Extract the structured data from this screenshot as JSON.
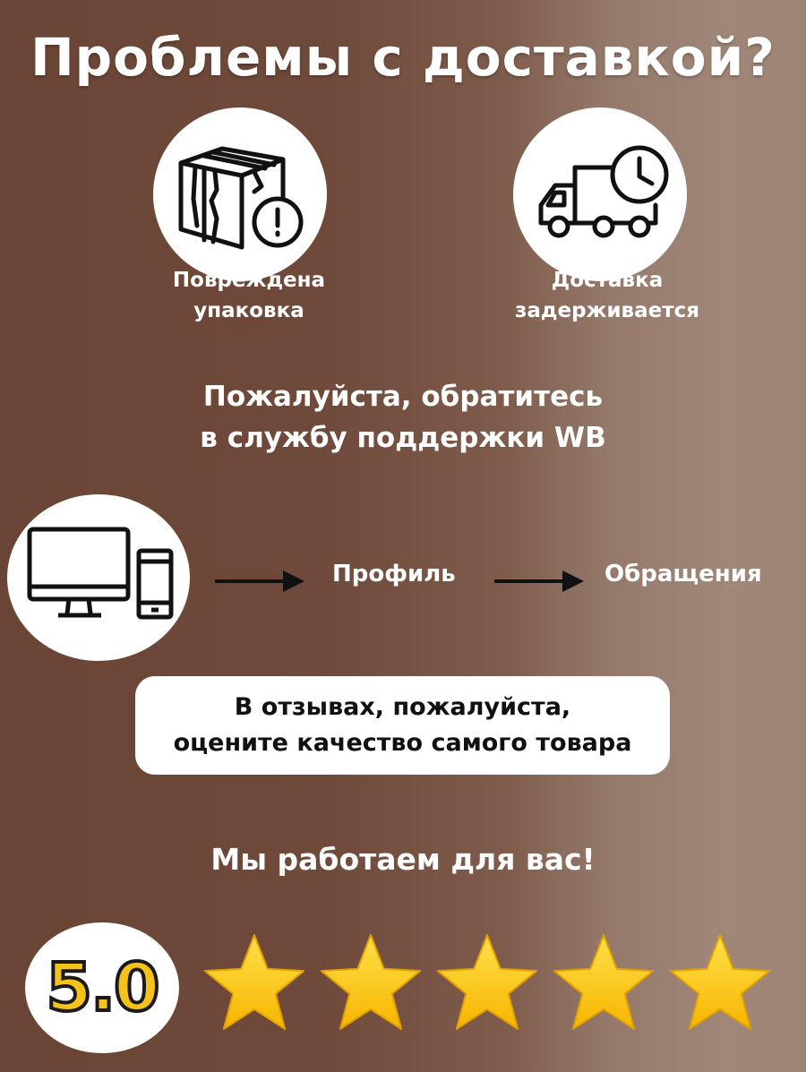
{
  "header": {
    "title": "Проблемы с доставкой?"
  },
  "problems": [
    {
      "icon": "damaged-box-icon",
      "line1": "Повреждена",
      "line2": "упаковка"
    },
    {
      "icon": "delivery-truck-clock-icon",
      "line1": "Доставка",
      "line2": "задерживается"
    }
  ],
  "support": {
    "line1": "Пожалуйста, обратитесь",
    "line2": "в службу поддержки WB"
  },
  "path": {
    "icon": "computer-phone-icon",
    "step1": "Профиль",
    "step2": "Обращения"
  },
  "review": {
    "line1": "В отзывах, пожалуйста,",
    "line2": "оцените качество самого товара"
  },
  "footer": {
    "text": "Мы работаем для вас!"
  },
  "rating": {
    "value": "5.0",
    "stars": 5,
    "star_color": "#f7b500"
  }
}
